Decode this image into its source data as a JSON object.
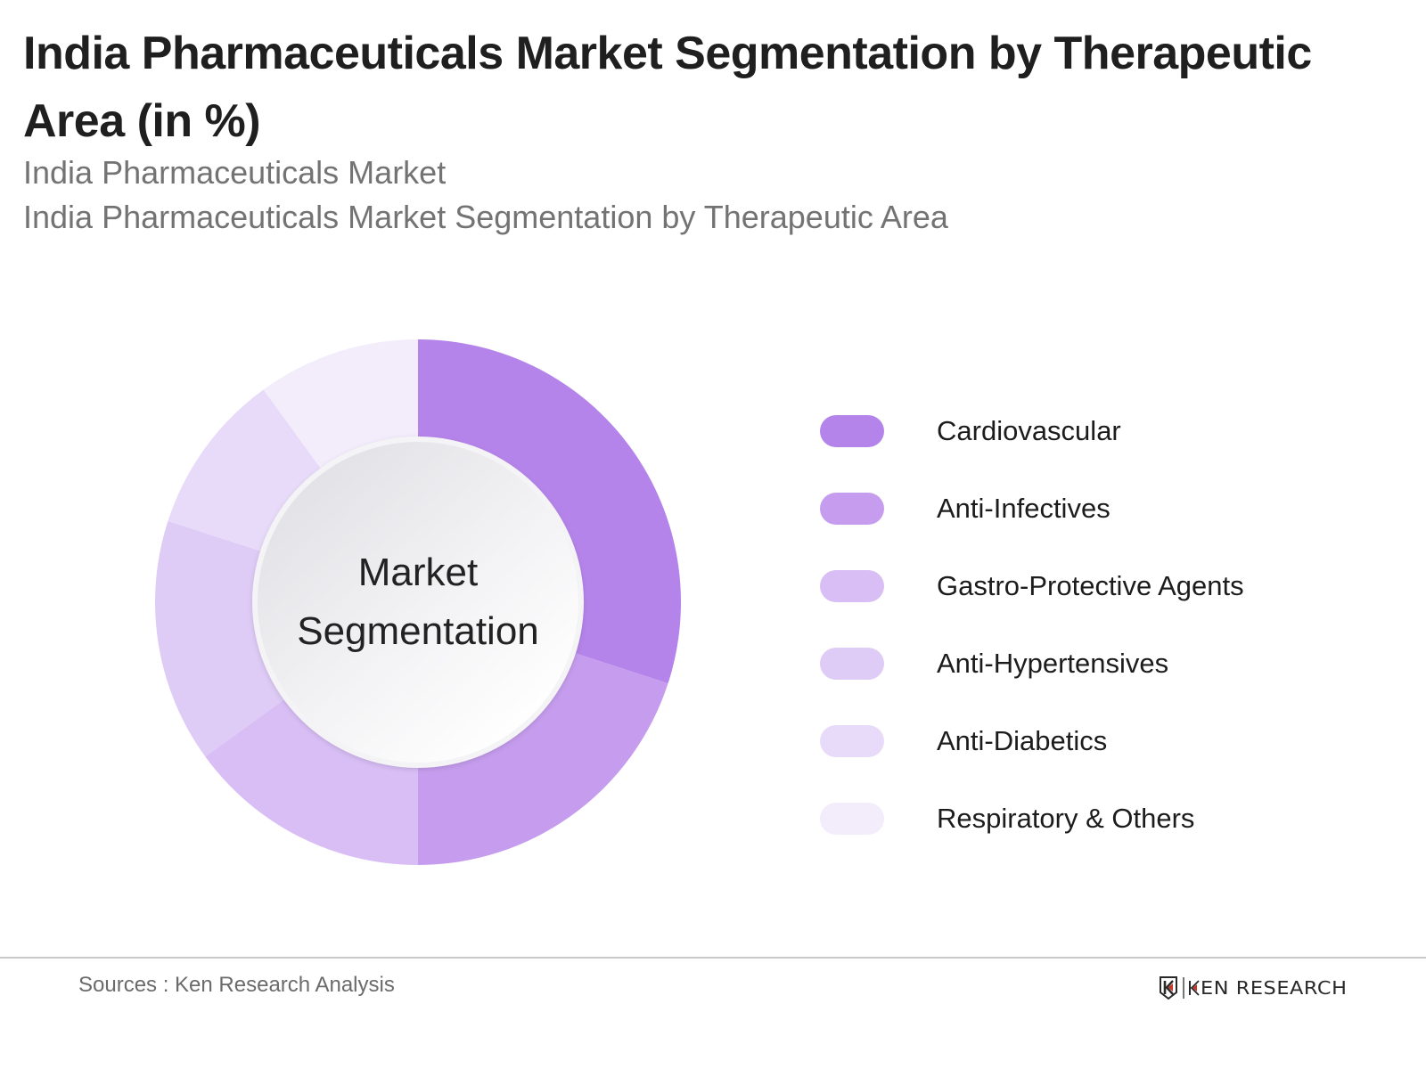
{
  "header": {
    "title": "India Pharmaceuticals Market Segmentation by Therapeutic Area (in %)",
    "subtitle_1": "India Pharmaceuticals Market",
    "subtitle_2": "India Pharmaceuticals Market Segmentation by Therapeutic Area"
  },
  "donut": {
    "center_line_1": "Market",
    "center_line_2": "Segmentation"
  },
  "legend": {
    "items": [
      {
        "label": "Cardiovascular",
        "color": "#B584EA"
      },
      {
        "label": "Anti-Infectives",
        "color": "#C69DEE"
      },
      {
        "label": "Gastro-Protective Agents",
        "color": "#D8BEF5"
      },
      {
        "label": "Anti-Hypertensives",
        "color": "#DECBF6"
      },
      {
        "label": "Anti-Diabetics",
        "color": "#E8DBF9"
      },
      {
        "label": "Respiratory & Others",
        "color": "#F2ECFB"
      }
    ]
  },
  "footer": {
    "sources": "Sources : Ken Research Analysis",
    "logo_text": "KEN RESEARCH"
  },
  "chart_data": {
    "type": "pie",
    "subtype": "donut",
    "title": "India Pharmaceuticals Market Segmentation by Therapeutic Area (in %)",
    "subtitle": [
      "India Pharmaceuticals Market",
      "India Pharmaceuticals Market Segmentation by Therapeutic Area"
    ],
    "center_label": "Market Segmentation",
    "categories": [
      "Cardiovascular",
      "Anti-Infectives",
      "Gastro-Protective Agents",
      "Anti-Hypertensives",
      "Anti-Diabetics",
      "Respiratory & Others"
    ],
    "values": [
      30,
      20,
      15,
      15,
      10,
      10
    ],
    "colors": [
      "#B584EA",
      "#C69DEE",
      "#D8BEF5",
      "#DECBF6",
      "#E8DBF9",
      "#F2ECFB"
    ],
    "unit": "%",
    "start_angle": "12 o'clock, clockwise",
    "legend_position": "right",
    "data_labels": false,
    "source": "Sources : Ken Research Analysis"
  }
}
